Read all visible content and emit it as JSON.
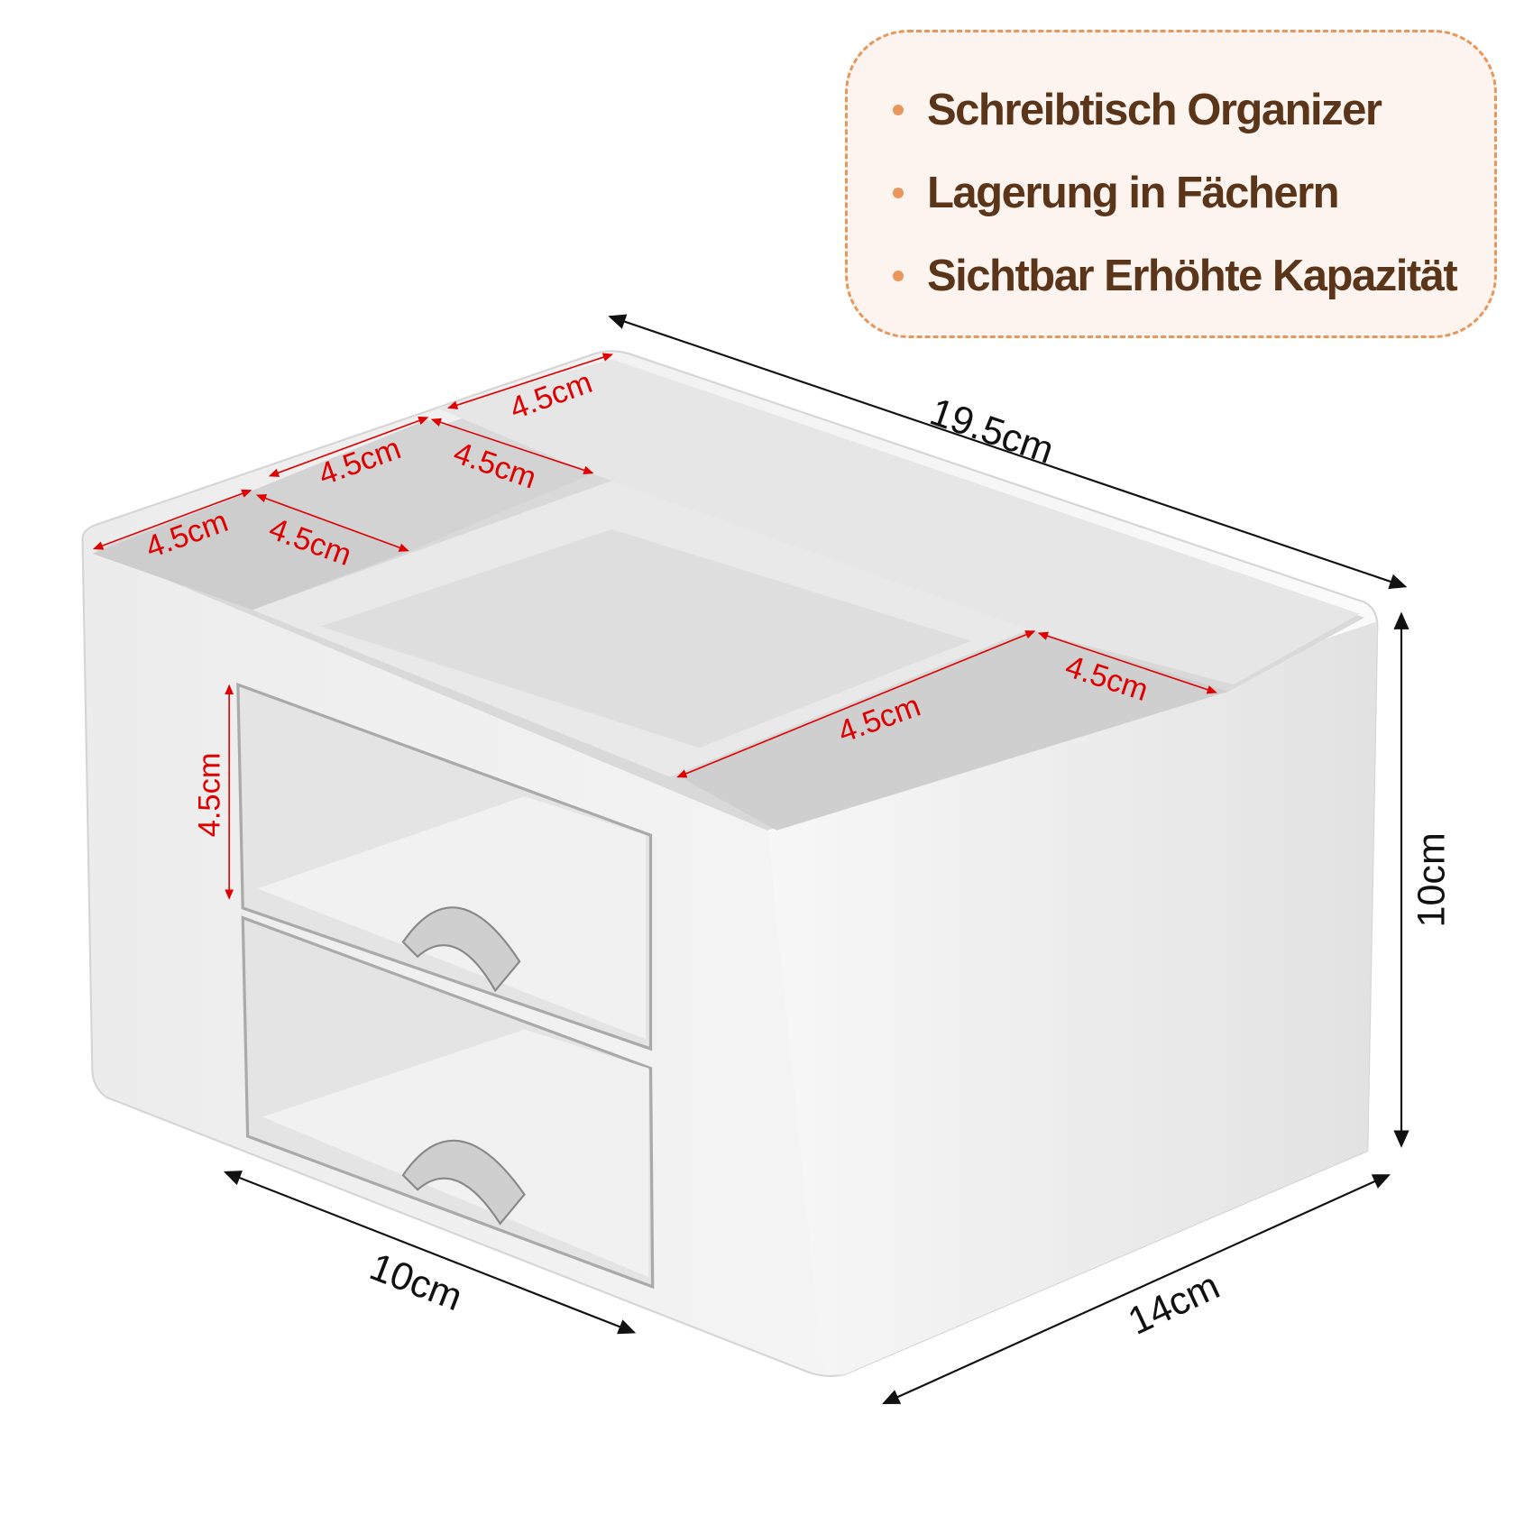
{
  "features": [
    {
      "label": "Schreibtisch Organizer"
    },
    {
      "label": "Lagerung in Fächern"
    },
    {
      "label": "Sichtbar Erhöhte Kapazität"
    }
  ],
  "dimensions": {
    "length": "19.5cm",
    "height": "10cm",
    "width": "14cm",
    "drawer_width": "10cm",
    "compartments": [
      "4.5cm",
      "4.5cm",
      "4.5cm",
      "4.5cm",
      "4.5cm",
      "4.5cm",
      "4.5cm"
    ],
    "drawer_height": "4.5cm"
  },
  "colors": {
    "accent": "#e8965a",
    "text": "#5a3519",
    "annotation": "#e00000"
  }
}
